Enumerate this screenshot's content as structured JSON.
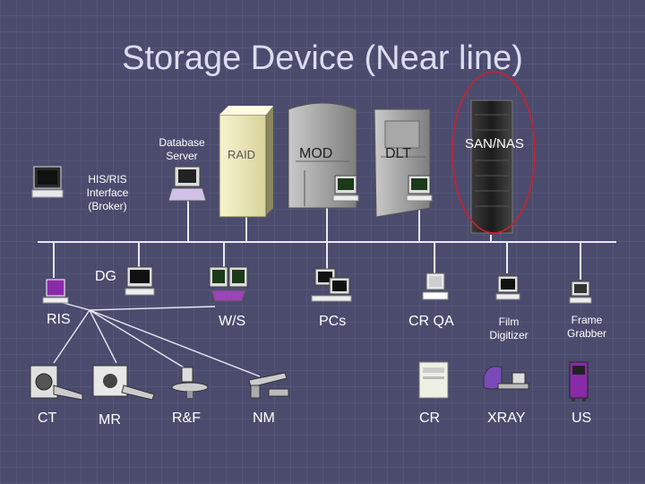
{
  "title": "Storage Device (Near line)",
  "labels": {
    "database_server": [
      "Database",
      "Server"
    ],
    "raid": "RAID",
    "mod": "MOD",
    "dlt": "DLT",
    "san_nas": "SAN/NAS",
    "his_ris": [
      "HIS/RIS",
      "Interface",
      "(Broker)"
    ],
    "dg": "DG",
    "ris": "RIS",
    "ws": "W/S",
    "pcs": "PCs",
    "cr_qa": "CR QA",
    "film_digitizer": [
      "Film",
      "Digitizer"
    ],
    "frame_grabber": [
      "Frame",
      "Grabber"
    ],
    "ct": "CT",
    "mr": "MR",
    "rf": "R&F",
    "nm": "NM",
    "cr": "CR",
    "xray": "XRAY",
    "us": "US"
  },
  "colors": {
    "background": "#4b4b6e",
    "title": "#dcdcf0",
    "raid_box": "#f4f0c0",
    "highlight_ellipse": "#cc1f2a"
  }
}
